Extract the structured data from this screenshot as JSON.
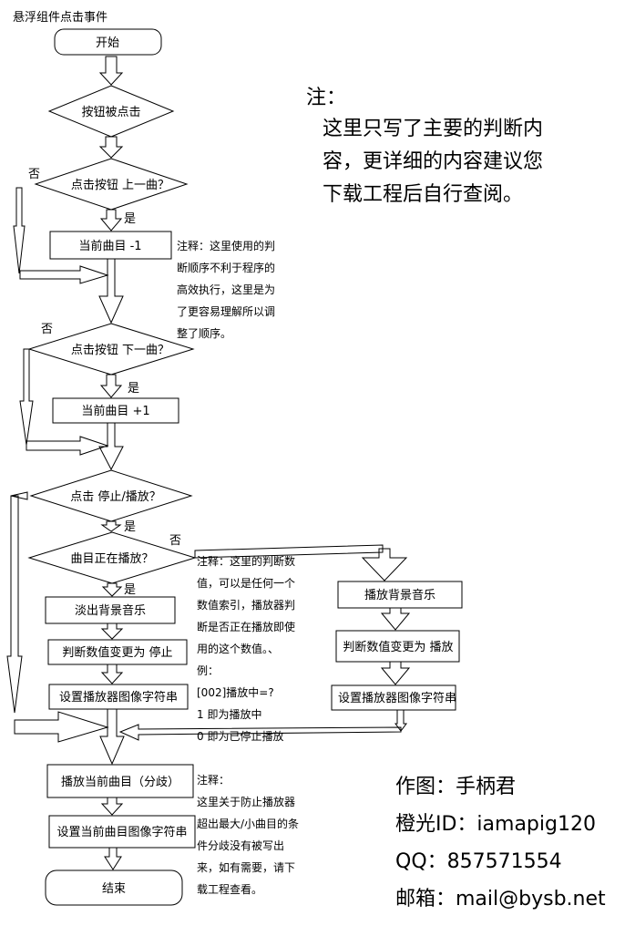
{
  "title": "悬浮组件点击事件",
  "nodes": {
    "start": "开始",
    "btn_clicked": "按钮被点击",
    "prev_q": "点击按钮 上一曲？",
    "cur_minus": "当前曲目 -1",
    "next_q": "点击按钮 下一曲？",
    "cur_plus": "当前曲目 +1",
    "stop_play_q": "点击 停止/播放？",
    "is_playing_q": "曲目正在播放？",
    "fade_out": "淡出背景音乐",
    "set_stop": "判断数值变更为 停止",
    "set_player_img_left": "设置播放器图像字符串",
    "play_bg": "播放背景音乐",
    "set_play": "判断数值变更为 播放",
    "set_player_img_right": "设置播放器图像字符串",
    "play_current": "播放当前曲目（分歧）",
    "set_track_img": "设置当前曲目图像字符串",
    "end": "结束"
  },
  "edge_labels": {
    "yes1": "是",
    "no1": "否",
    "yes2": "是",
    "no2": "否",
    "yes3": "是",
    "yes4": "是",
    "no4": "否"
  },
  "notes": {
    "note1": [
      "注释：这里使用的判",
      "断顺序不利于程序的",
      "高效执行，这里是为",
      "了更容易理解所以调",
      "整了顺序。"
    ],
    "note2": [
      "注释：这里的判断数",
      "值，可以是任何一个",
      "数值索引，播放器判",
      "断是否正在播放即使",
      "用的这个数值。、",
      "例：",
      " [002]播放中=?",
      "1 即为播放中",
      "0 即为已停止播放"
    ],
    "note3": [
      "注释：",
      "这里关于防止播放器",
      "超出最大/小曲目的条",
      "件分歧没有被写出",
      "来，如有需要，请下",
      "载工程查看。"
    ]
  },
  "main_note": {
    "head": "注：",
    "lines": [
      "这里只写了主要的判断内",
      "容，更详细的内容建议您",
      "下载工程后自行查阅。"
    ]
  },
  "credits": [
    "作图：手柄君",
    "橙光ID：iamapig120",
    "QQ：857571554",
    "邮箱：mail@bysb.net"
  ]
}
